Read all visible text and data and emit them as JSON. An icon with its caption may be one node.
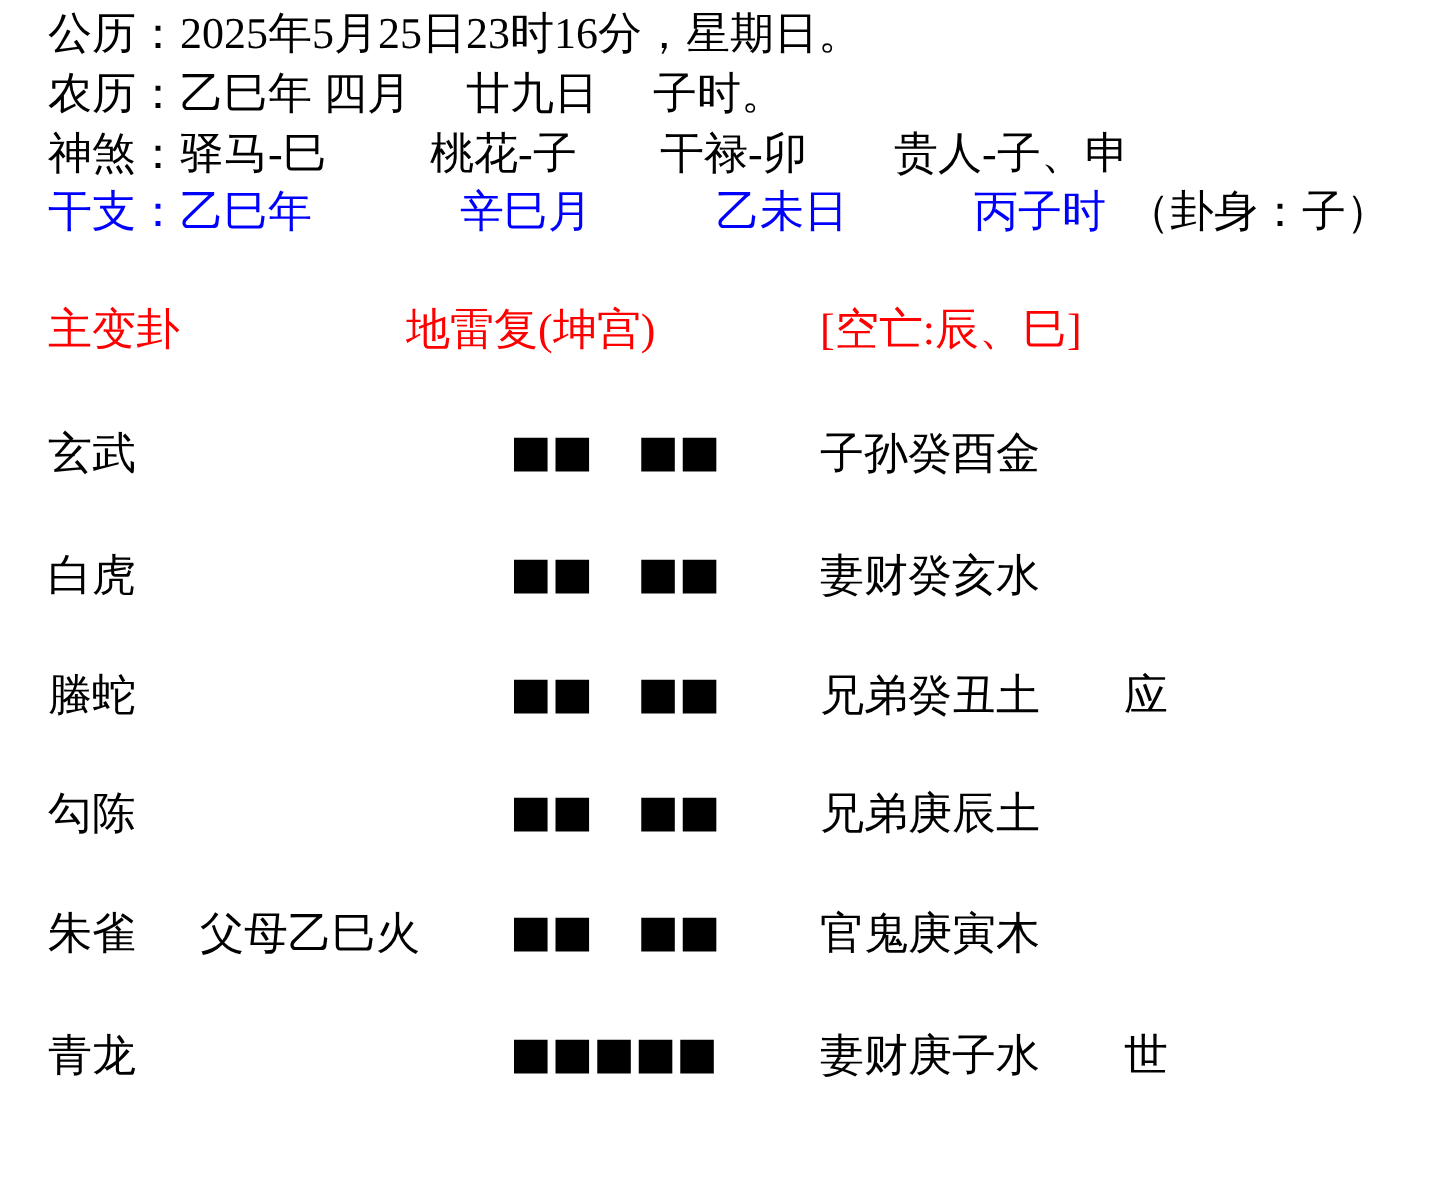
{
  "diagram": {
    "labels": [
      "公历：2025年5月25日23时16分，星期日。",
      "农历：乙巳年 四月　 廿九日　 子时。",
      "神煞：驿马-巳",
      "桃花-子",
      "干禄-卯",
      "贵人-子、申",
      "干支：乙巳年",
      "辛巳月",
      "乙未日",
      "丙子时",
      "（卦身：子）",
      "主变卦",
      "地雷复(坤宫)",
      "[空亡:辰、巳]",
      "玄武",
      "■■　■■",
      "子孙癸酉金",
      "白虎",
      "■■　■■",
      "妻财癸亥水",
      "螣蛇",
      "■■　■■",
      "兄弟癸丑土",
      "应",
      "勾陈",
      "■■　■■",
      "兄弟庚辰土",
      "朱雀",
      "父母乙巳火",
      "■■　■■",
      "官鬼庚寅木",
      "青龙",
      "■■■■■",
      "妻财庚子水",
      "世"
    ]
  }
}
